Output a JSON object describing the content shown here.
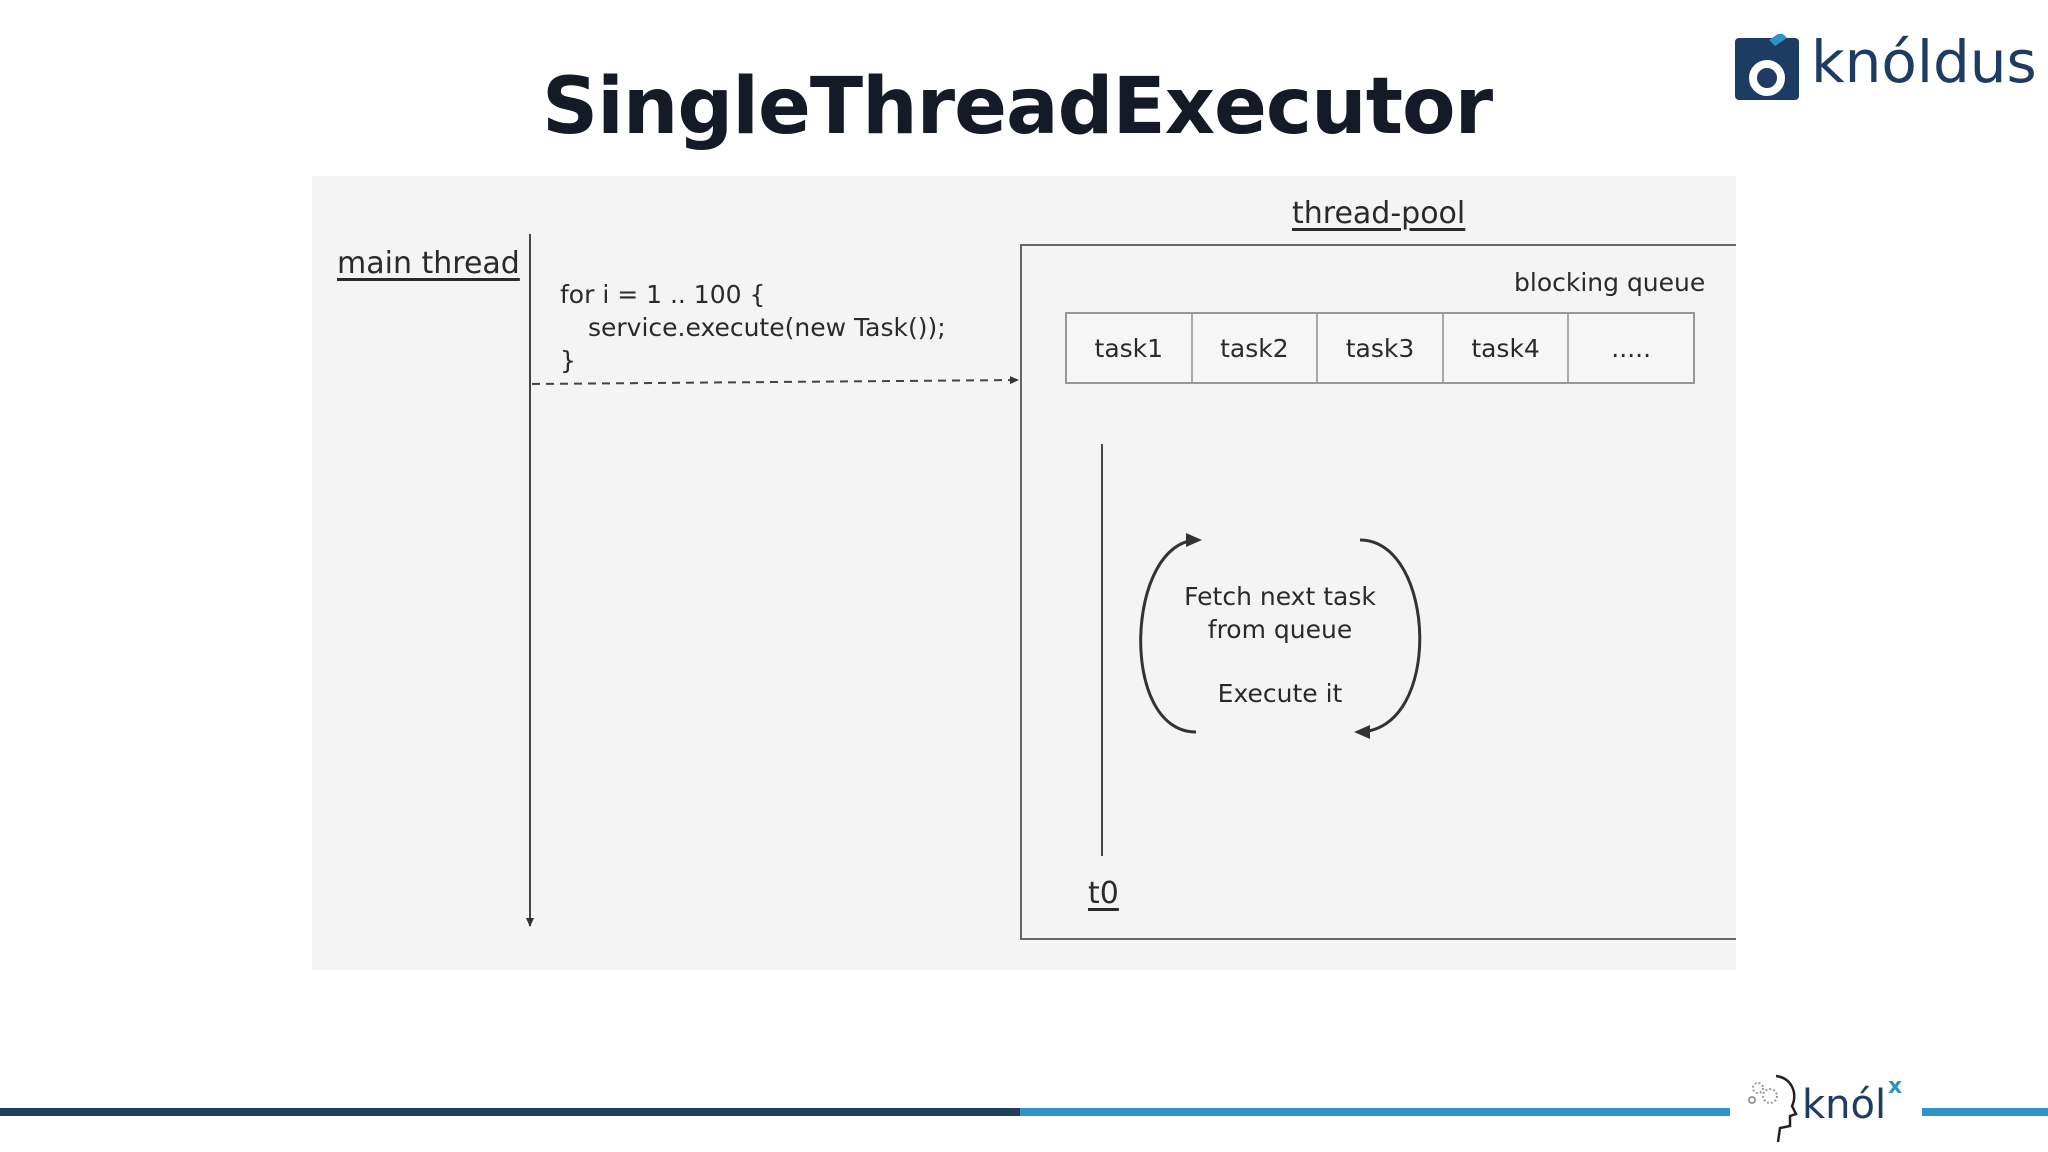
{
  "slide": {
    "title": "SingleThreadExecutor",
    "brand_top": "knóldus",
    "brand_bottom": "knól",
    "brand_bottom_sup": "x",
    "colors": {
      "title": "#141b27",
      "brand_navy": "#1d3b63",
      "bar_dark": "#1f3f5c",
      "bar_light": "#2e93c6",
      "diagram_bg": "#f4f4f4"
    }
  },
  "diagram": {
    "main_thread_label": "main thread",
    "code_lines": [
      "for i = 1 .. 100 {",
      "service.execute(new Task());",
      "}"
    ],
    "thread_pool_label": "thread-pool",
    "queue_label": "blocking queue",
    "queue_items": [
      "task1",
      "task2",
      "task3",
      "task4",
      "....."
    ],
    "loop_lines": [
      "Fetch next task",
      "from queue",
      "Execute it"
    ],
    "thread_label": "t0"
  }
}
